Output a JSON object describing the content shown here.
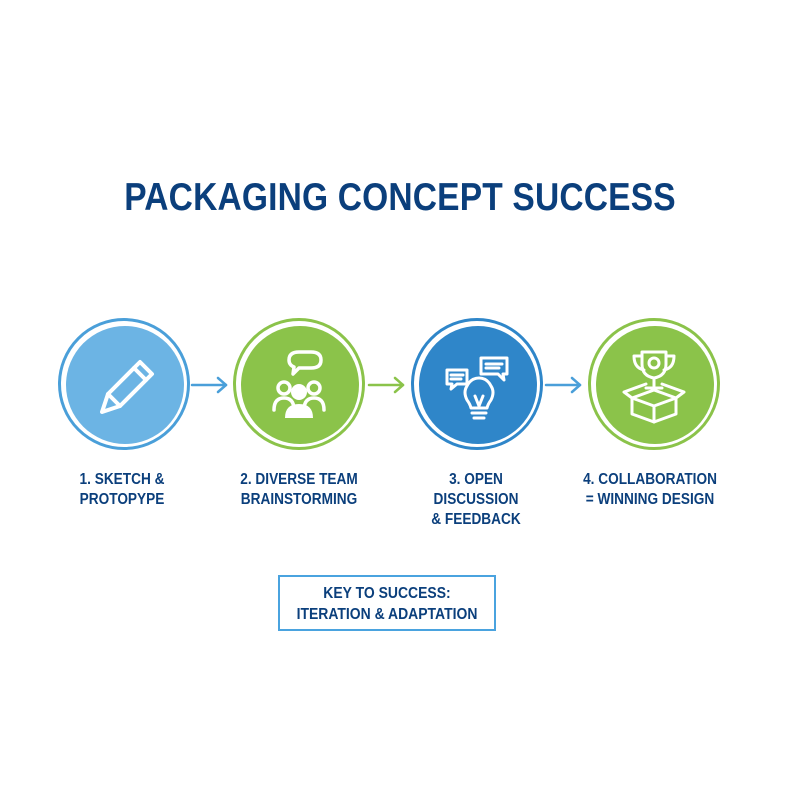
{
  "title": "PACKAGING CONCEPT SUCCESS",
  "steps": [
    {
      "line1": "1. SKETCH &",
      "line2": "PROTOPYPE",
      "line3": "",
      "icon": "pencil-icon",
      "color": "#6cb4e4",
      "ring": "#4a9fd9"
    },
    {
      "line1": "2. DIVERSE TEAM",
      "line2": "BRAINSTORMING",
      "line3": "",
      "icon": "team-brainstorm-icon",
      "color": "#8bc34a",
      "ring": "#8bc34a"
    },
    {
      "line1": "3. OPEN",
      "line2": "DISCUSSION",
      "line3": "& FEEDBACK",
      "icon": "chat-lightbulb-icon",
      "color": "#2f86c9",
      "ring": "#2f86c9"
    },
    {
      "line1": "4. COLLABORATION",
      "line2": "= WINNING DESIGN",
      "line3": "",
      "icon": "trophy-box-icon",
      "color": "#8bc34a",
      "ring": "#8bc34a"
    }
  ],
  "key": {
    "line1": "KEY TO SUCCESS:",
    "line2": "ITERATION & ADAPTATION"
  },
  "colors": {
    "title": "#0b3f7c",
    "arrow_blue": "#4a9fd9",
    "arrow_green": "#8bc34a",
    "key_border": "#4aa3df"
  }
}
